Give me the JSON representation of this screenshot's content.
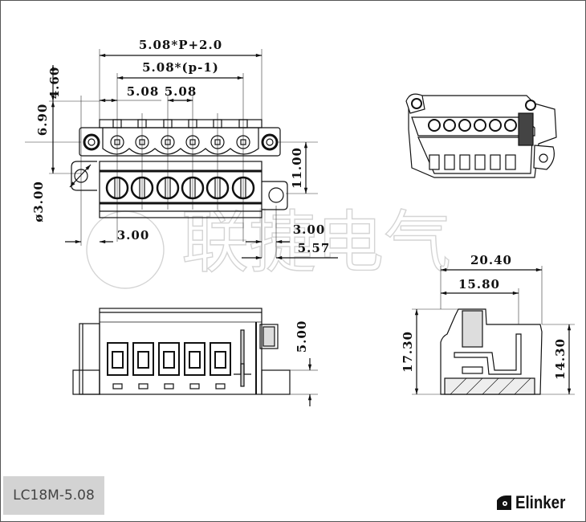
{
  "drawing": {
    "watermark": "联捷电气",
    "top_view": {
      "dim_total": "5.08*P+2.0",
      "dim_span": "5.08*(p-1)",
      "dim_edge_pitch": "5.08",
      "dim_pitch": "5.08",
      "dim_460": "4.60",
      "dim_690": "6.90",
      "dim_hole": "ø3.00",
      "dim_1100": "11.00",
      "dim_300_left": "3.00",
      "dim_300_right": "3.00",
      "dim_557": "5.57"
    },
    "front_view": {
      "dim_500": "5.00"
    },
    "side_view": {
      "dim_2040": "20.40",
      "dim_1580": "15.80",
      "dim_1730": "17.30",
      "dim_1430": "14.30"
    }
  },
  "footer": {
    "model": "LC18M-5.08",
    "brand": "Elinker"
  }
}
